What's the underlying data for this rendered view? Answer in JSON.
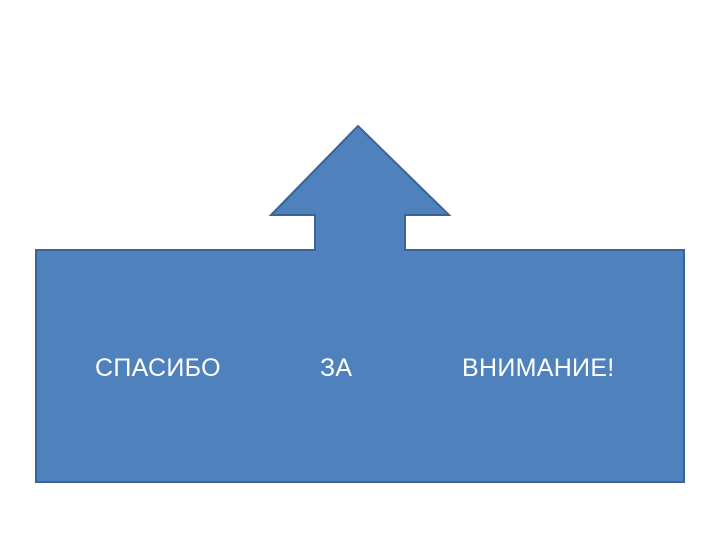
{
  "slide": {
    "words": [
      "СПАСИБО",
      "ЗА",
      "ВНИМАНИЕ!"
    ]
  },
  "colors": {
    "shape_fill": "#4f81bd",
    "shape_stroke": "#3a6495",
    "text": "#ffffff",
    "background": "#ffffff"
  }
}
